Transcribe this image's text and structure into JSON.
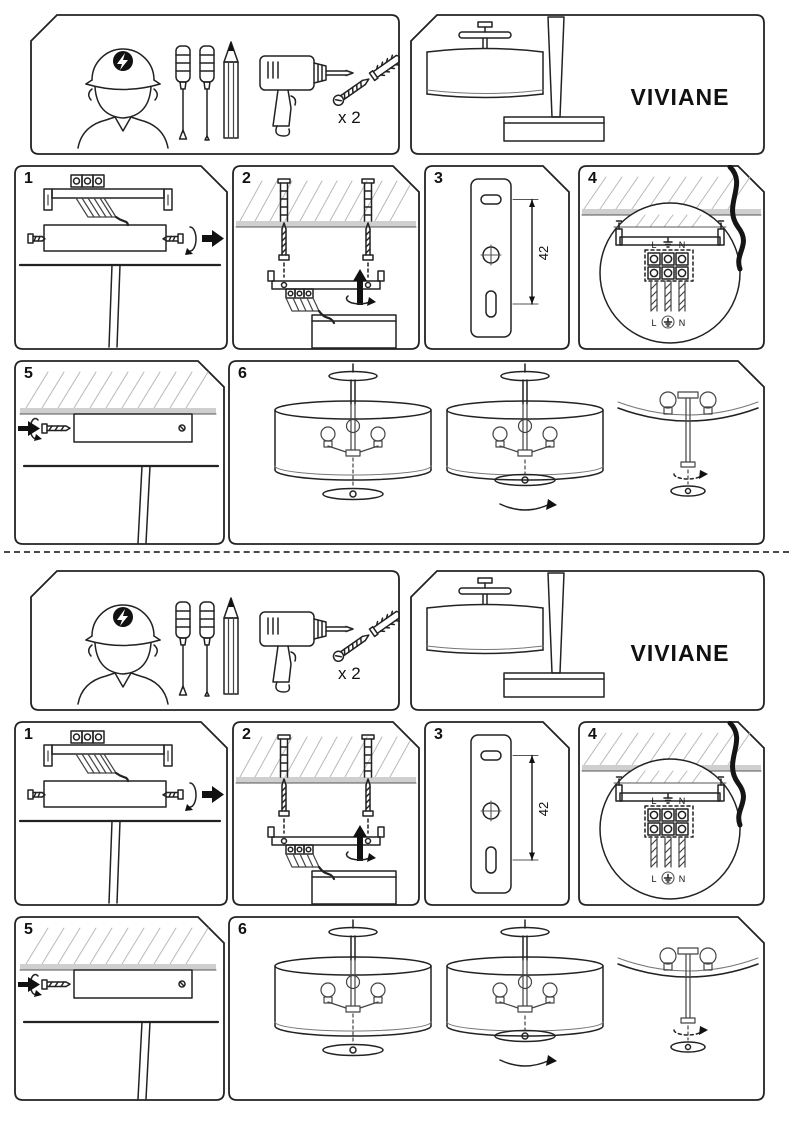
{
  "brand": {
    "name": "VIVIANE"
  },
  "tools": {
    "quantity": "x 2"
  },
  "steps": {
    "n1": "1",
    "n2": "2",
    "n3": "3",
    "n4": "4",
    "n5": "5",
    "n6": "6"
  },
  "step3": {
    "dimension": "42"
  },
  "step4": {
    "l_top": "L",
    "n_top": "N",
    "l_bottom": "L",
    "n_bottom": "N"
  },
  "colors": {
    "line": "#222222",
    "ceiling_gray": "#cfcfcf",
    "hatch_gray": "#b9b9b9",
    "cable_black": "#151515"
  }
}
